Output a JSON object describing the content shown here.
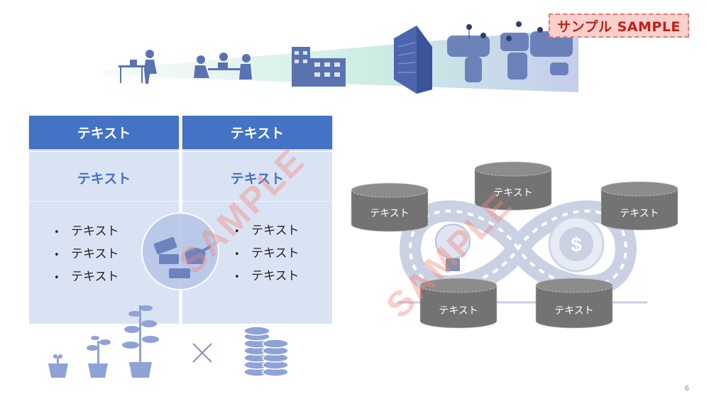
{
  "badge": {
    "label": "サンプル SAMPLE"
  },
  "table": {
    "headers": [
      "テキスト",
      "テキスト"
    ],
    "subheads": [
      "テキスト",
      "テキスト"
    ],
    "left_items": [
      "テキスト",
      "テキスト",
      "テキスト"
    ],
    "right_items": [
      "テキスト",
      "テキスト",
      "テキスト"
    ]
  },
  "cycle": {
    "labels": [
      "テキスト",
      "テキスト",
      "テキスト",
      "テキスト",
      "テキスト"
    ]
  },
  "watermarks": [
    "SAMPLE",
    "SAMPLE"
  ],
  "page_number": "6",
  "colors": {
    "accent": "#4472c4",
    "panel": "#dae3f3",
    "cylinder": "#737373",
    "badge_bg": "#f9d0cc",
    "badge_text": "#c0201a"
  }
}
